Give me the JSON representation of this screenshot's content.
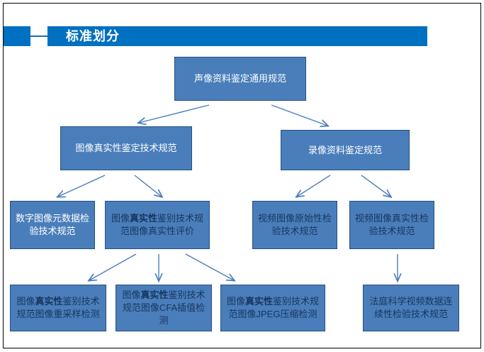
{
  "slide": {
    "title": "标准划分",
    "accent_color": "#0070c0",
    "node_fill": "#4a7ebb",
    "node_border": "#264f81",
    "arrow_color": "#4a7ebb"
  },
  "diagram": {
    "type": "hierarchy-flowchart",
    "levels": [
      {
        "level": 1,
        "nodes": [
          {
            "id": "root",
            "label": "声像资料鉴定通用规范"
          }
        ]
      },
      {
        "level": 2,
        "nodes": [
          {
            "id": "image-authenticity",
            "label": "图像真实性鉴定技术规范"
          },
          {
            "id": "video-record",
            "label": "录像资料鉴定规范"
          }
        ]
      },
      {
        "level": 3,
        "nodes": [
          {
            "id": "metadata",
            "label": "数字图像元数据检验技术规范"
          },
          {
            "id": "image-auth-eval",
            "label_parts": [
              {
                "text": "图像",
                "bold": false
              },
              {
                "text": "真实性",
                "bold": true
              },
              {
                "text": "鉴别技术规范图像真实性评价",
                "bold": false
              }
            ],
            "label": "图像真实性鉴别技术规范图像真实性评价"
          },
          {
            "id": "video-originality",
            "label": "视频图像原始性检验技术规范"
          },
          {
            "id": "video-authenticity",
            "label": "视频图像真实性检验技术规范"
          }
        ]
      },
      {
        "level": 4,
        "nodes": [
          {
            "id": "resampling",
            "label_parts": [
              {
                "text": "图像",
                "bold": false
              },
              {
                "text": "真实性",
                "bold": true
              },
              {
                "text": "鉴别技术规范图像重采样检测",
                "bold": false
              }
            ],
            "label": "图像真实性鉴别技术规范图像重采样检测"
          },
          {
            "id": "cfa",
            "label_parts": [
              {
                "text": "图像",
                "bold": false
              },
              {
                "text": "真实性",
                "bold": true
              },
              {
                "text": "鉴别技术规范图像CFA插值检测",
                "bold": false
              }
            ],
            "label": "图像真实性鉴别技术规范图像CFA插值检测"
          },
          {
            "id": "jpeg",
            "label_parts": [
              {
                "text": "图像",
                "bold": false
              },
              {
                "text": "真实性",
                "bold": true
              },
              {
                "text": "鉴别技术规范图像JPEG压缩检测",
                "bold": false
              }
            ],
            "label": "图像真实性鉴别技术规范图像JPEG压缩检测"
          },
          {
            "id": "continuity",
            "label": "法庭科学视频数据连续性检验技术规范"
          }
        ]
      }
    ],
    "edges": [
      {
        "from": "root",
        "to": "image-authenticity"
      },
      {
        "from": "root",
        "to": "video-record"
      },
      {
        "from": "image-authenticity",
        "to": "metadata"
      },
      {
        "from": "image-authenticity",
        "to": "image-auth-eval"
      },
      {
        "from": "video-record",
        "to": "video-originality"
      },
      {
        "from": "video-record",
        "to": "video-authenticity"
      },
      {
        "from": "image-auth-eval",
        "to": "resampling"
      },
      {
        "from": "image-auth-eval",
        "to": "cfa"
      },
      {
        "from": "image-auth-eval",
        "to": "jpeg"
      },
      {
        "from": "video-authenticity",
        "to": "continuity"
      }
    ]
  },
  "labels": {
    "root": "声像资料鉴定通用规范",
    "image_authenticity": "图像真实性鉴定技术规范",
    "video_record": "录像资料鉴定规范",
    "metadata": "数字图像元数据检验技术规范",
    "video_originality": "视频图像原始性检验技术规范",
    "video_authenticity": "视频图像真实性检验技术规范",
    "continuity": "法庭科学视频数据连续性检验技术规范",
    "bold_term": "真实性",
    "image_auth_eval_pre": "图像",
    "image_auth_eval_post": "鉴别技术规范图像真实性评价",
    "resampling_pre": "图像",
    "resampling_post": "鉴别技术规范图像重采样检测",
    "cfa_pre": "图像",
    "cfa_post": "鉴别技术规范图像CFA插值检测",
    "jpeg_pre": "图像",
    "jpeg_post": "鉴别技术规范图像JPEG压缩检测"
  }
}
